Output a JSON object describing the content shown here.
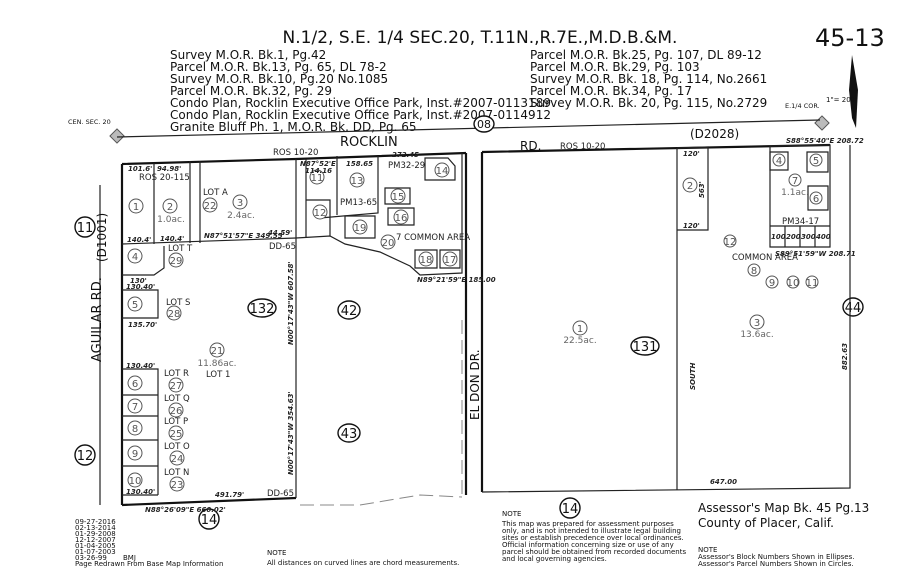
{
  "header": {
    "title": "N.1/2, S.E. 1/4 SEC.20, T.11N.,R.7E.,M.D.B.&M.",
    "map_number": "45-13",
    "refs_left": [
      "Survey M.O.R. Bk.1, Pg.42",
      "Parcel M.O.R. Bk.13, Pg. 65, DL 78-2",
      "Survey M.O.R. Bk.10, Pg.20 No.1085",
      "Parcel M.O.R. Bk.32, Pg. 29",
      "Condo Plan, Rocklin Executive Office Park, Inst.#2007-0113189",
      "Condo Plan, Rocklin Executive Office Park, Inst.#2007-0114912",
      "Granite Bluff Ph. 1, M.O.R. Bk. DD, Pg. 65"
    ],
    "refs_right": [
      "Parcel M.O.R. Bk.25, Pg. 107, DL 89-12",
      "Parcel M.O.R. Bk.29, Pg. 103",
      "Survey M.O.R. Bk. 18, Pg. 114, No.2661",
      "Parcel M.O.R. Bk.34, Pg. 17",
      "Survey M.O.R. Bk. 20, Pg. 115, No.2729"
    ],
    "scale": "1\"= 200'",
    "corner_label": "E.1/4 COR.",
    "sec_label": "CEN. SEC. 20"
  },
  "roads": {
    "rocklin": "ROCKLIN",
    "rd": "RD.",
    "rocklin_code": "08",
    "rocklin_id": "(D2028)",
    "aguilar": "AGUILAR RD.",
    "aguilar_id": "(D1001)",
    "el_don": "EL DON DR.",
    "ros_a": "ROS 10-20",
    "ros_b": "ROS 10-20",
    "ros_c": "ROS 20-115"
  },
  "blocks": [
    "11",
    "12",
    "132",
    "42",
    "43",
    "131",
    "44",
    "14",
    "14"
  ],
  "parcels": {
    "p1": "1",
    "p2": "2",
    "p2ac": "1.0ac.",
    "p3": "3",
    "p3ac": "2.4ac.",
    "p4": "4",
    "p5": "5",
    "p6": "6",
    "p7": "7",
    "p8": "8",
    "p9": "9",
    "p10": "10",
    "p21": "21",
    "p21ac": "11.86ac.",
    "lot1": "LOT 1",
    "p22": "22",
    "lotA": "LOT A",
    "p29": "29",
    "lotT": "LOT T",
    "p28": "28",
    "lotS": "LOT S",
    "p27": "27",
    "lotR": "LOT R",
    "p26": "26",
    "lotQ": "LOT Q",
    "p25": "25",
    "lotP": "LOT P",
    "p24": "24",
    "lotO": "LOT O",
    "p23": "23",
    "lotN": "LOT N",
    "p11": "11",
    "p12": "12",
    "p13": "13",
    "p14": "14",
    "p15": "15",
    "p16": "16",
    "p17": "17",
    "p18": "18",
    "p19": "19",
    "p20": "20",
    "pm13": "PM13-65",
    "pm32": "PM32-29",
    "common": "7\nCOMMON AREA",
    "e1": "1",
    "e1ac": "22.5ac.",
    "e2": "2",
    "e3": "3",
    "e3ac": "13.6ac.",
    "e4": "4",
    "e5": "5",
    "e6": "6",
    "e7": "7",
    "e7ac": "1.1ac.",
    "e8": "8",
    "e9": "9",
    "e10": "10",
    "e11": "11",
    "e12": "12",
    "pm34": "PM34-17",
    "common2": "COMMON AREA",
    "units": [
      "100",
      "200",
      "300",
      "400"
    ]
  },
  "dims": {
    "d1": "101.6'",
    "d2": "94.98'",
    "d3": "140.4'",
    "d4": "140.4'",
    "d5": "130'",
    "d6": "130.40'",
    "d7": "135.70'",
    "d8": "130.40'",
    "d9": "130.40'",
    "d10": "491.79'",
    "d11": "N88°26'09\"E 660.02'",
    "d12": "N87°51'57\"E 349.55'",
    "d13": "44.59'",
    "d14": "DD-65",
    "d15": "DD-65",
    "d16": "N00°17'43\"W 607.58'",
    "d17": "N00°17'43\"W 354.63'",
    "d18": "272.45",
    "d19": "N89°21'59\"E 185.00",
    "d20": "647.00",
    "d21": "SOUTH",
    "d22": "S88°55'40\"E 208.72",
    "d23": "S89°51'59\"W 208.71",
    "d24": "120'",
    "d25": "120'",
    "d26": "563'",
    "d27": "882.63",
    "d28": "N87°52'E",
    "d29": "114.16",
    "d30": "158.65"
  },
  "footer": {
    "revisions": [
      "09-27-2016",
      "02-13-2014",
      "01-29-2008",
      "12-12-2007",
      "01-04-2005",
      "01-07-2003",
      "03-26-99"
    ],
    "initials": "BMJ",
    "redrawn": "Page Redrawn From Base Map Information",
    "note1_title": "NOTE",
    "note1": "All distances on curved lines are chord measurements.",
    "note2_title": "NOTE",
    "note2": [
      "This map was prepared for assessment purposes",
      "only, and is not intended to illustrate legal building",
      "sites or establish precedence over local ordinances.",
      "Official information concerning size or use of any",
      "parcel should be obtained from recorded documents",
      "and local governing agencies."
    ],
    "assessor_title": "Assessor's Map Bk. 45 Pg.13",
    "county": "County of Placer, Calif.",
    "note3_title": "NOTE",
    "note3": [
      "Assessor's Block Numbers Shown in Ellipses.",
      "Assessor's Parcel Numbers Shown in Circles."
    ]
  }
}
